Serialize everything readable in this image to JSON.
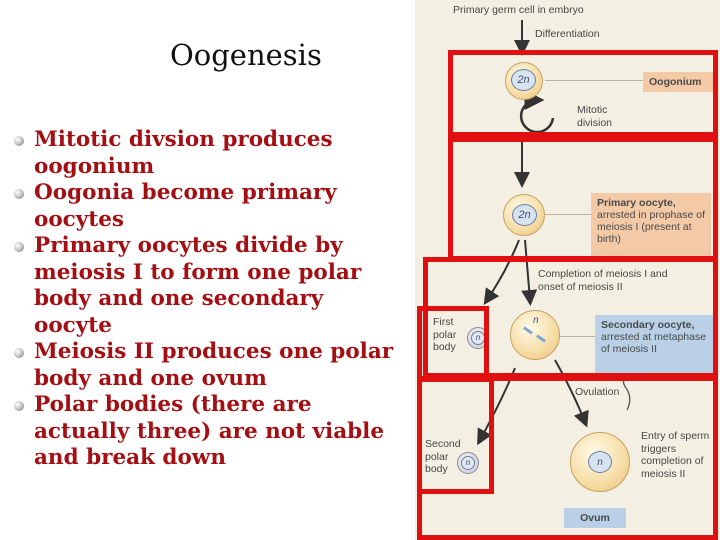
{
  "slide": {
    "title": "Oogenesis",
    "bullets": [
      "Mitotic divsion produces oogonium",
      "Oogonia become primary oocytes",
      "Primary oocytes divide by meiosis I to form one polar body and one secondary oocyte",
      "Meiosis II produces one polar body and one ovum",
      "Polar bodies (there are actually three) are not viable and break down"
    ]
  },
  "diagram": {
    "top_label": "Primary germ cell in embryo",
    "differentiation": "Differentiation",
    "oogonium_ploidy": "2n",
    "oogonium_label": "Oogonium",
    "mitotic_label": "Mitotic division",
    "primary_ploidy": "2n",
    "primary_title": "Primary oocyte,",
    "primary_desc": "arrested in prophase of meiosis I (present at birth)",
    "meiosis1_label": "Completion of meiosis I and onset of meiosis II",
    "first_polar_label": "First polar body",
    "first_polar_ploidy": "n",
    "secondary_ploidy": "n",
    "secondary_title": "Secondary oocyte,",
    "secondary_desc": "arrested at metaphase of meiosis II",
    "ovulation_label": "Ovulation",
    "second_polar_label": "Second polar body",
    "second_polar_ploidy": "n",
    "ovum_ploidy": "n",
    "sperm_label": "Entry of sperm triggers completion of meiosis II",
    "ovum_label": "Ovum"
  },
  "colors": {
    "bullet_text": "#a30f12",
    "highlight_box": "#e01010",
    "oogonium_label_bg": "#f3c9a6",
    "primary_label_bg": "#f3c9a6",
    "secondary_label_bg": "#b9d0e6",
    "ovum_label_bg": "#b9d0e6",
    "diagram_bg": "#f4efe3"
  }
}
